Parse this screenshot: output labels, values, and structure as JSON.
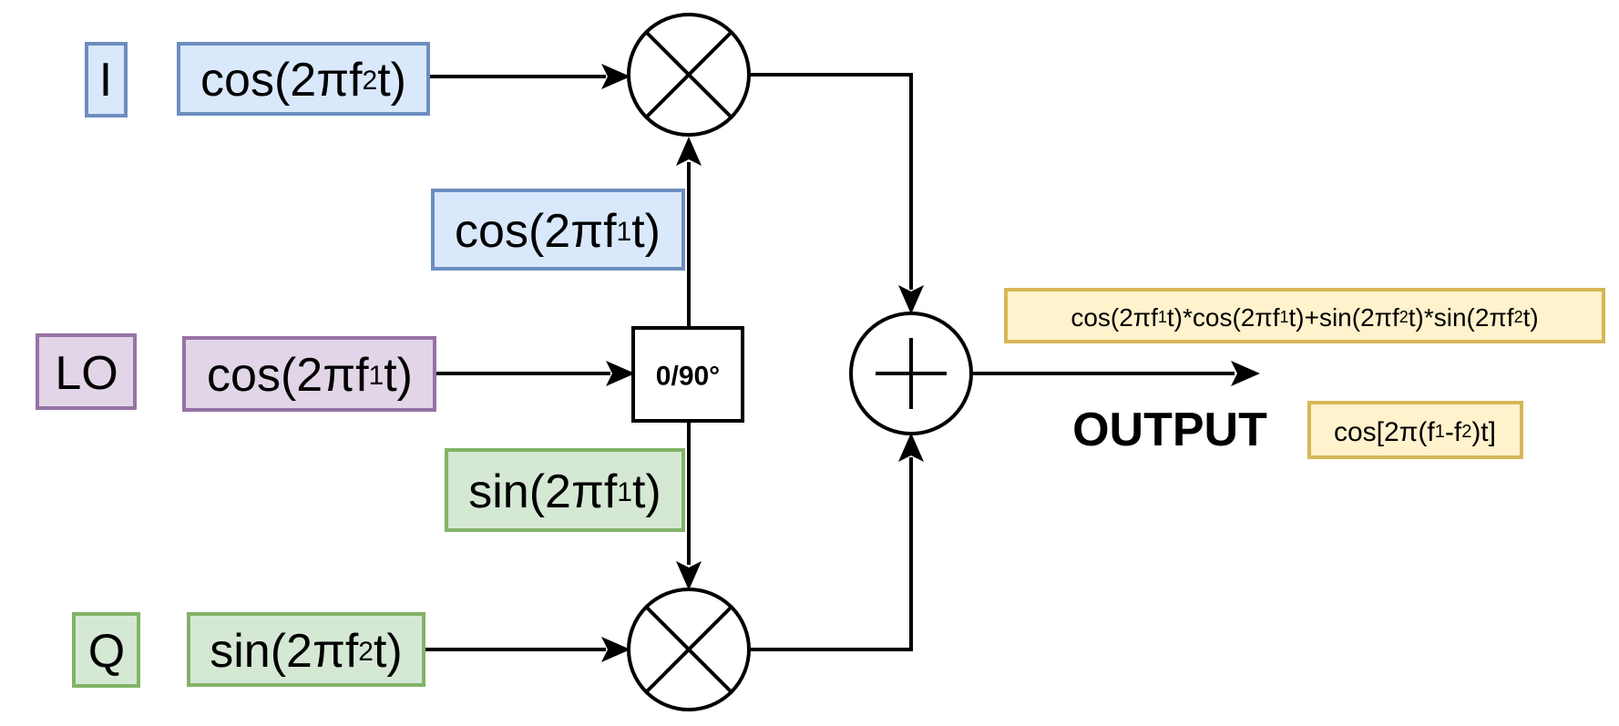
{
  "inputs": {
    "i": {
      "label": "I",
      "signal": "cos(2πf",
      "signal_sub": "2",
      "signal_end": "t)"
    },
    "lo": {
      "label": "LO",
      "signal": "cos(2πf",
      "signal_sub": "1",
      "signal_end": "t)"
    },
    "q": {
      "label": "Q",
      "signal": "sin(2πf",
      "signal_sub": "2",
      "signal_end": "t)"
    }
  },
  "phase_shifter": {
    "label": "0/90°",
    "out_i": {
      "pre": "cos(2πf",
      "sub": "1",
      "post": "t)"
    },
    "out_q": {
      "pre": "sin(2πf",
      "sub": "1",
      "post": "t)"
    }
  },
  "output": {
    "label": "OUTPUT",
    "expression": {
      "p1": "cos(2πf",
      "s1": "1",
      "p2": "t)*cos(2πf",
      "s2": "1",
      "p3": "t)+sin(2πf",
      "s3": "2",
      "p4": "t)*sin(2πf",
      "s4": "2",
      "p5": "t)"
    },
    "result": {
      "p1": "cos[2π(f",
      "s1": "1",
      "p2": "-f",
      "s2": "2",
      "p3": ")t]"
    }
  },
  "colors": {
    "blue_fill": "#dae8fc",
    "blue_stroke": "#6c8ebf",
    "purple_fill": "#e1d5e7",
    "purple_stroke": "#9673a6",
    "green_fill": "#d5e8d4",
    "green_stroke": "#82b366",
    "yellow_fill": "#fff2cc",
    "yellow_stroke": "#d6b656"
  },
  "icons": {
    "mixer": "multiply-circle-icon",
    "combiner": "plus-circle-icon"
  }
}
